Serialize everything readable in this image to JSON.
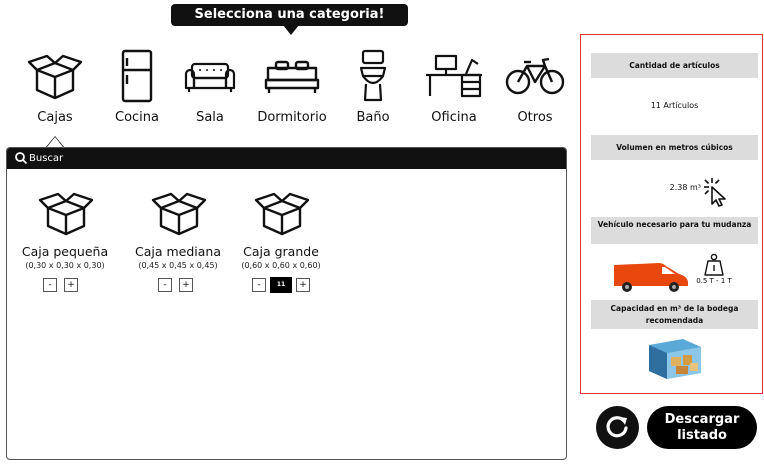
{
  "header": {
    "banner": "Selecciona una categoria!"
  },
  "categories": [
    {
      "label": "Cajas",
      "icon": "box-icon"
    },
    {
      "label": "Cocina",
      "icon": "refrigerator-icon"
    },
    {
      "label": "Sala",
      "icon": "sofa-icon"
    },
    {
      "label": "Dormitorio",
      "icon": "bed-icon"
    },
    {
      "label": "Baño",
      "icon": "toilet-icon"
    },
    {
      "label": "Oficina",
      "icon": "desk-icon"
    },
    {
      "label": "Otros",
      "icon": "bicycle-icon"
    }
  ],
  "search": {
    "placeholder": "Buscar",
    "icon": "search-icon"
  },
  "items": [
    {
      "name": "Caja pequeña",
      "dims": "(0,30 x 0,30 x 0,30)",
      "minus": "-",
      "plus": "+",
      "qty": ""
    },
    {
      "name": "Caja mediana",
      "dims": "(0,45 x 0,45 x 0,45)",
      "minus": "-",
      "plus": "+",
      "qty": ""
    },
    {
      "name": "Caja grande",
      "dims": "(0,60 x 0,60 x 0,60)",
      "minus": "-",
      "plus": "+",
      "qty": "11"
    }
  ],
  "summary": {
    "count_title": "Cantidad de artículos",
    "count_value": "11 Artículos",
    "volume_title": "Volumen en metros cúbicos",
    "volume_value": "2.38 m³",
    "vehicle_title": "Vehículo necesario para tu mudanza",
    "vehicle_weight": "0.5 T - 1 T",
    "storage_title": "Capacidad en m³ de la bodega recomendada"
  },
  "actions": {
    "download_line1": "Descargar",
    "download_line2": "listado"
  },
  "colors": {
    "accent": "#111111",
    "summary_border": "#dd3333",
    "van": "#e8470e"
  }
}
